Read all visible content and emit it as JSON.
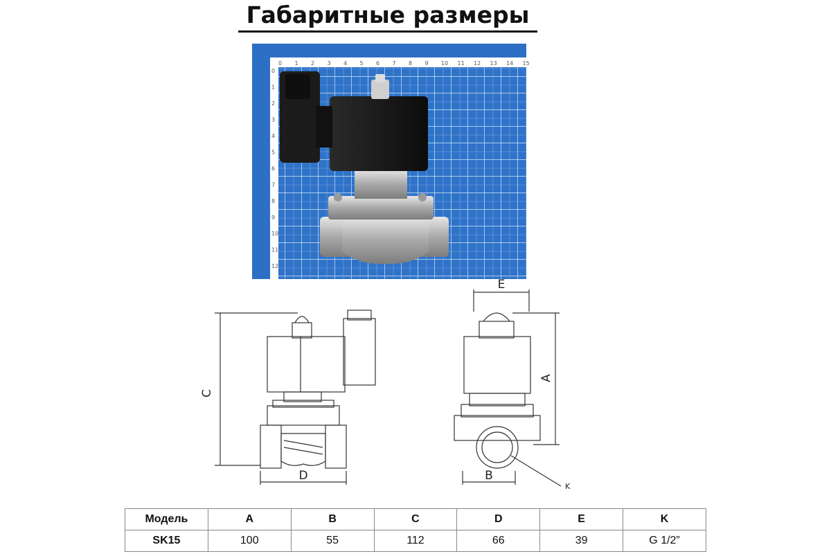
{
  "header": {
    "title": "Габаритные размеры"
  },
  "photo": {
    "ruler_top": [
      "0",
      "1",
      "2",
      "3",
      "4",
      "5",
      "6",
      "7",
      "8",
      "9",
      "10",
      "11",
      "12",
      "13",
      "14",
      "15"
    ],
    "ruler_left": [
      "0",
      "1",
      "2",
      "3",
      "4",
      "5",
      "6",
      "7",
      "8",
      "9",
      "10",
      "11",
      "12"
    ]
  },
  "drawing": {
    "front": {
      "label_c": "C",
      "label_d": "D"
    },
    "side": {
      "label_e": "E",
      "label_a": "A",
      "label_b": "B",
      "label_k": "K"
    }
  },
  "table": {
    "headers": [
      "Модель",
      "A",
      "B",
      "C",
      "D",
      "E",
      "K"
    ],
    "rows": [
      [
        "SK15",
        "100",
        "55",
        "112",
        "66",
        "39",
        "G 1/2”"
      ]
    ]
  },
  "colors": {
    "grid_blue": "#2f73c9",
    "grid_line": "#cfe0f5",
    "valve_black": "#151515",
    "steel": "#b9b9b9"
  }
}
